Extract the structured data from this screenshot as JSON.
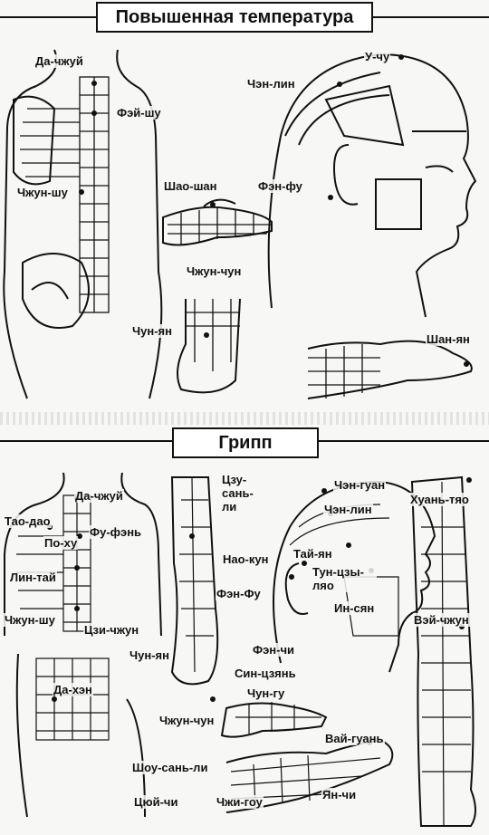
{
  "panels": {
    "fever": {
      "title": "Повышенная температура",
      "labels": {
        "da_zhui": "Да-чжуй",
        "u_chu": "У-чу",
        "chen_lin": "Чэн-лин",
        "fei_shu": "Фэй-шу",
        "chzhun_shu": "Чжун-шу",
        "shao_shan": "Шао-шан",
        "fen_fu": "Фэн-фу",
        "chzhun_chun": "Чжун-чун",
        "chun_yan": "Чун-ян",
        "shan_yan": "Шан-ян"
      }
    },
    "flu": {
      "title": "Грипп",
      "labels": {
        "da_zhui": "Да-чжуй",
        "tsau_san_li": "Цзу-сань-ли",
        "chen_guan": "Чэн-гуан",
        "chen_lin": "Чэн-лин",
        "huan_tyao": "Хуань-тяо",
        "tao_dao": "Тао-дао",
        "fu_fen": "Фу-фэнь",
        "po_hu": "По-ху",
        "nao_kun": "Нао-кун",
        "tai_yan": "Тай-ян",
        "lin_tai": "Лин-тай",
        "fen_fu": "Фэн-Фу",
        "tun_tszy_lyao": "Тун-цзы-ляо",
        "in_syan": "Ин-сян",
        "chzhun_shu": "Чжун-шу",
        "tszi_chzhun": "Цзи-чжун",
        "vei_chzhun": "Вэй-чжун",
        "chun_yan": "Чун-ян",
        "fen_chi": "Фэн-чи",
        "sin_tszyan": "Син-цзянь",
        "da_hen": "Да-хэн",
        "chun_gu": "Чун-гу",
        "chzhun_chun": "Чжун-чун",
        "vai_guan": "Вай-гуань",
        "shou_san_li": "Шоу-сань-ли",
        "tsyui_chi": "Цюй-чи",
        "chzhi_gou": "Чжи-гоу",
        "yan_chi": "Ян-чи"
      }
    }
  },
  "colors": {
    "ink": "#111111",
    "paper": "#f7f7f5"
  }
}
